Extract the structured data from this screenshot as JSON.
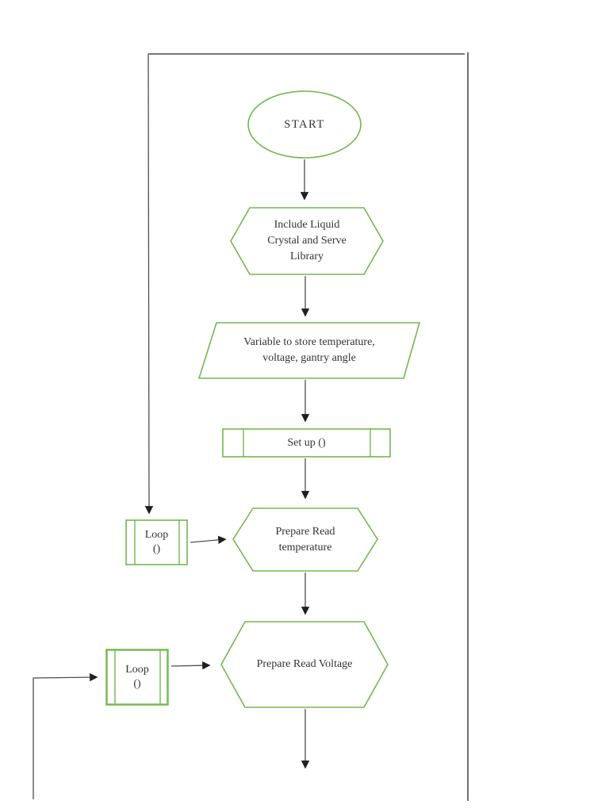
{
  "theme": {
    "shape_stroke": "#72b84e",
    "connector_stroke": "#4f4f4f",
    "arrow_fill": "#1f1f1f",
    "text_color": "#333333",
    "page_background": "#ffffff"
  },
  "flowchart": {
    "nodes": {
      "start": {
        "type": "terminator-ellipse",
        "lines": [
          "START"
        ]
      },
      "include_lib": {
        "type": "preparation-hexagon",
        "lines": [
          "Include Liquid",
          "Crystal and Serve",
          "Library"
        ]
      },
      "variables": {
        "type": "io-parallelogram",
        "lines": [
          "Variable to store temperature,",
          "voltage, gantry angle"
        ]
      },
      "setup": {
        "type": "predefined-process",
        "lines": [
          "Set up ()"
        ]
      },
      "loop_temperature": {
        "type": "predefined-process",
        "lines": [
          "Loop",
          "()"
        ]
      },
      "read_temperature": {
        "type": "preparation-hexagon",
        "lines": [
          "Prepare Read",
          "temperature"
        ]
      },
      "loop_voltage": {
        "type": "predefined-process",
        "lines": [
          "Loop",
          "()"
        ]
      },
      "read_voltage": {
        "type": "preparation-hexagon",
        "lines": [
          "Prepare Read Voltage"
        ]
      }
    }
  }
}
